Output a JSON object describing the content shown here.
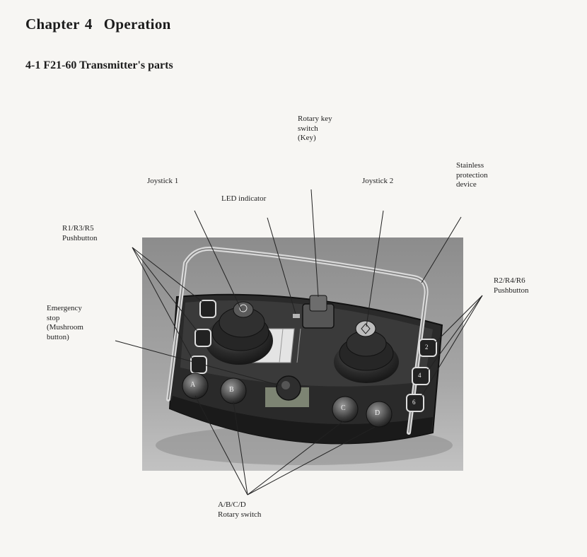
{
  "chapter": {
    "number": "Chapter 4",
    "title": "Operation"
  },
  "section": {
    "title": "4-1 F21-60 Transmitter's parts"
  },
  "figure": {
    "callouts": {
      "rotary_key_switch": [
        "Rotary key",
        "switch",
        "(Key)"
      ],
      "joystick_1": [
        "Joystick 1"
      ],
      "led_indicator": [
        "LED indicator"
      ],
      "joystick_2": [
        "Joystick 2"
      ],
      "stainless_protection_device": [
        "Stainless",
        "protection",
        "device"
      ],
      "r1_r3_r5_pushbutton": [
        "R1/R3/R5",
        "Pushbutton"
      ],
      "r2_r4_r6_pushbutton": [
        "R2/R4/R6",
        "Pushbutton"
      ],
      "emergency_stop": [
        "Emergency",
        "stop",
        "(Mushroom",
        "button)"
      ],
      "rotary_switch": [
        "A/B/C/D",
        "Rotary switch"
      ]
    },
    "button_glyphs": {
      "rotary": [
        "A",
        "B",
        "C",
        "D"
      ],
      "left_push": [
        "",
        "",
        ""
      ],
      "right_push": [
        "2",
        "4",
        "6"
      ]
    }
  }
}
